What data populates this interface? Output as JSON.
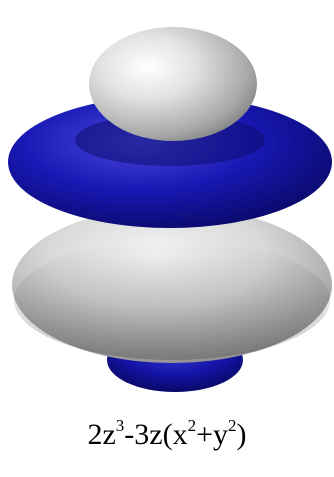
{
  "figure": {
    "lobe_color": "#c8c8c8",
    "torus_color": "#1a1aa8",
    "background": "#ffffff"
  },
  "caption": {
    "c1": "2z",
    "e1": "3",
    "c2": "-3z(x",
    "e2": "2",
    "c3": "+y",
    "e3": "2",
    "c4": ")"
  }
}
